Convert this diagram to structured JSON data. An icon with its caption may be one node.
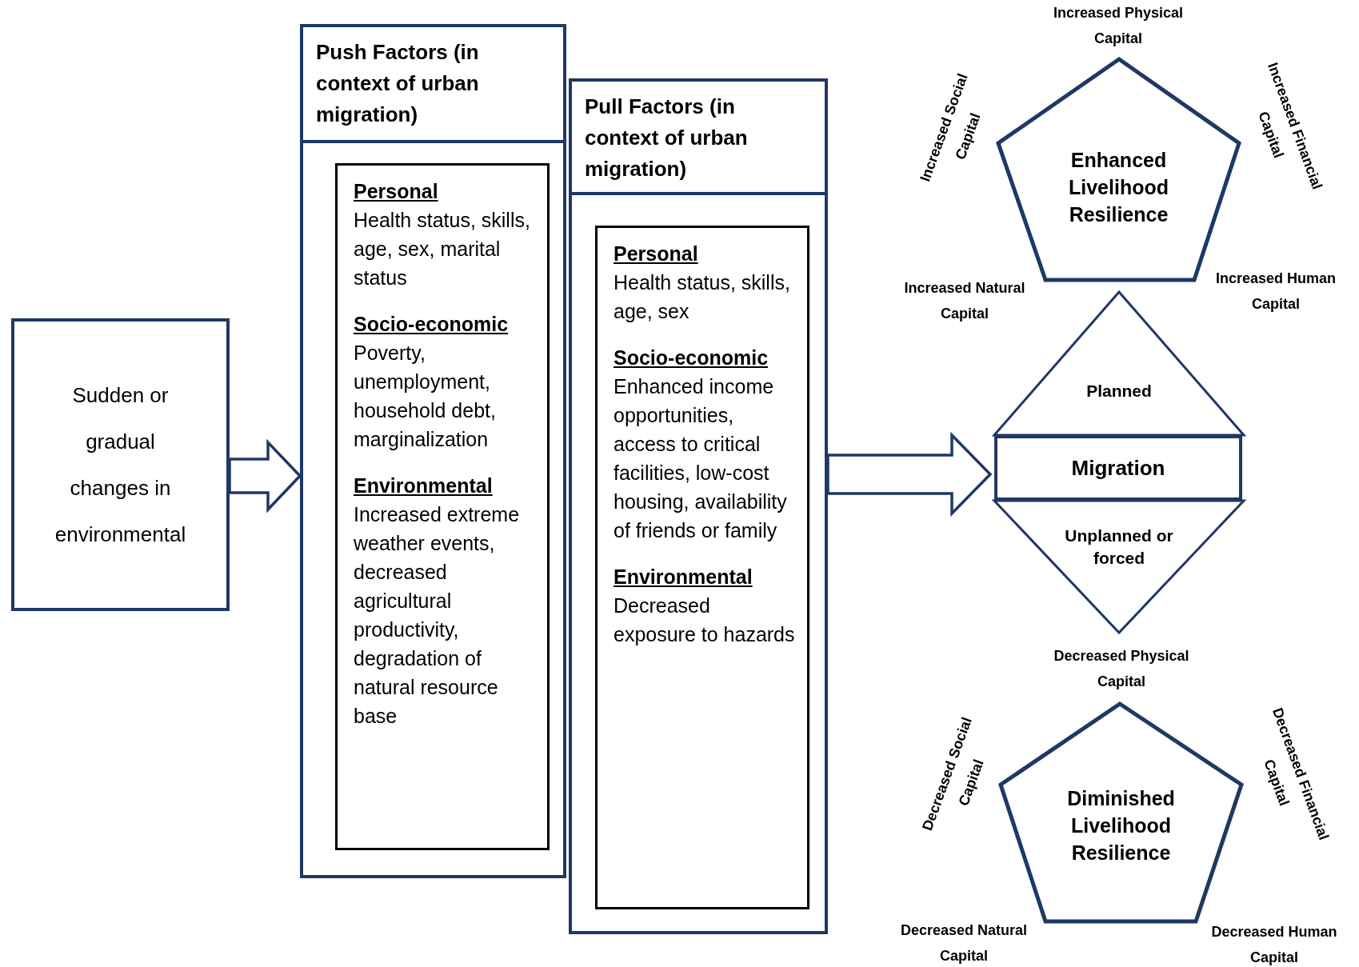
{
  "diagram": {
    "nodes": [
      {
        "text": [
          "Sudden or gradual changes in environmental"
        ]
      },
      {
        "text": [
          "Push Factors (in context of urban migration)"
        ]
      },
      {
        "text": [
          "Personal",
          "Health status, skills, age, sex, marital status",
          "Socio-economic",
          "Poverty, unemployment, household debt, marginalization",
          "Environmental",
          "Increased extreme weather events, decreased agricultural productivity, degradation of natural resource base"
        ],
        "in": 1
      },
      {
        "text": [
          "Pull Factors (in context of urban migration)"
        ]
      },
      {
        "text": [
          "Personal",
          "Health status, skills, age, sex",
          "Socio-economic",
          "Enhanced income opportunities, access to critical facilities, low-cost housing, availability of friends or family",
          "Environmental",
          "Decreased exposure to hazards"
        ],
        "in": 3
      },
      {
        "text": [
          "Enhanced Livelihood Resilience"
        ],
        "beside": [
          "Increased Physical Capital",
          "Increased Social Capital",
          "Increased Financial Capital",
          "Increased Natural Capital",
          "Increased Human Capital"
        ]
      },
      {
        "text": [
          "Planned"
        ]
      },
      {
        "text": [
          "Migration"
        ]
      },
      {
        "text": [
          "Unplanned or forced"
        ]
      },
      {
        "text": [
          "Diminished Livelihood Resilience"
        ],
        "beside": [
          "Decreased Physical Capital",
          "Decreased Social Capital",
          "Decreased Financial Capital",
          "Decreased Natural Capital",
          "Decreased Human Capital"
        ]
      }
    ],
    "edges": [
      {
        "from": 0,
        "to": 1,
        "arrow": "to"
      },
      {
        "from": 3,
        "to": 7,
        "arrow": "to"
      }
    ]
  }
}
